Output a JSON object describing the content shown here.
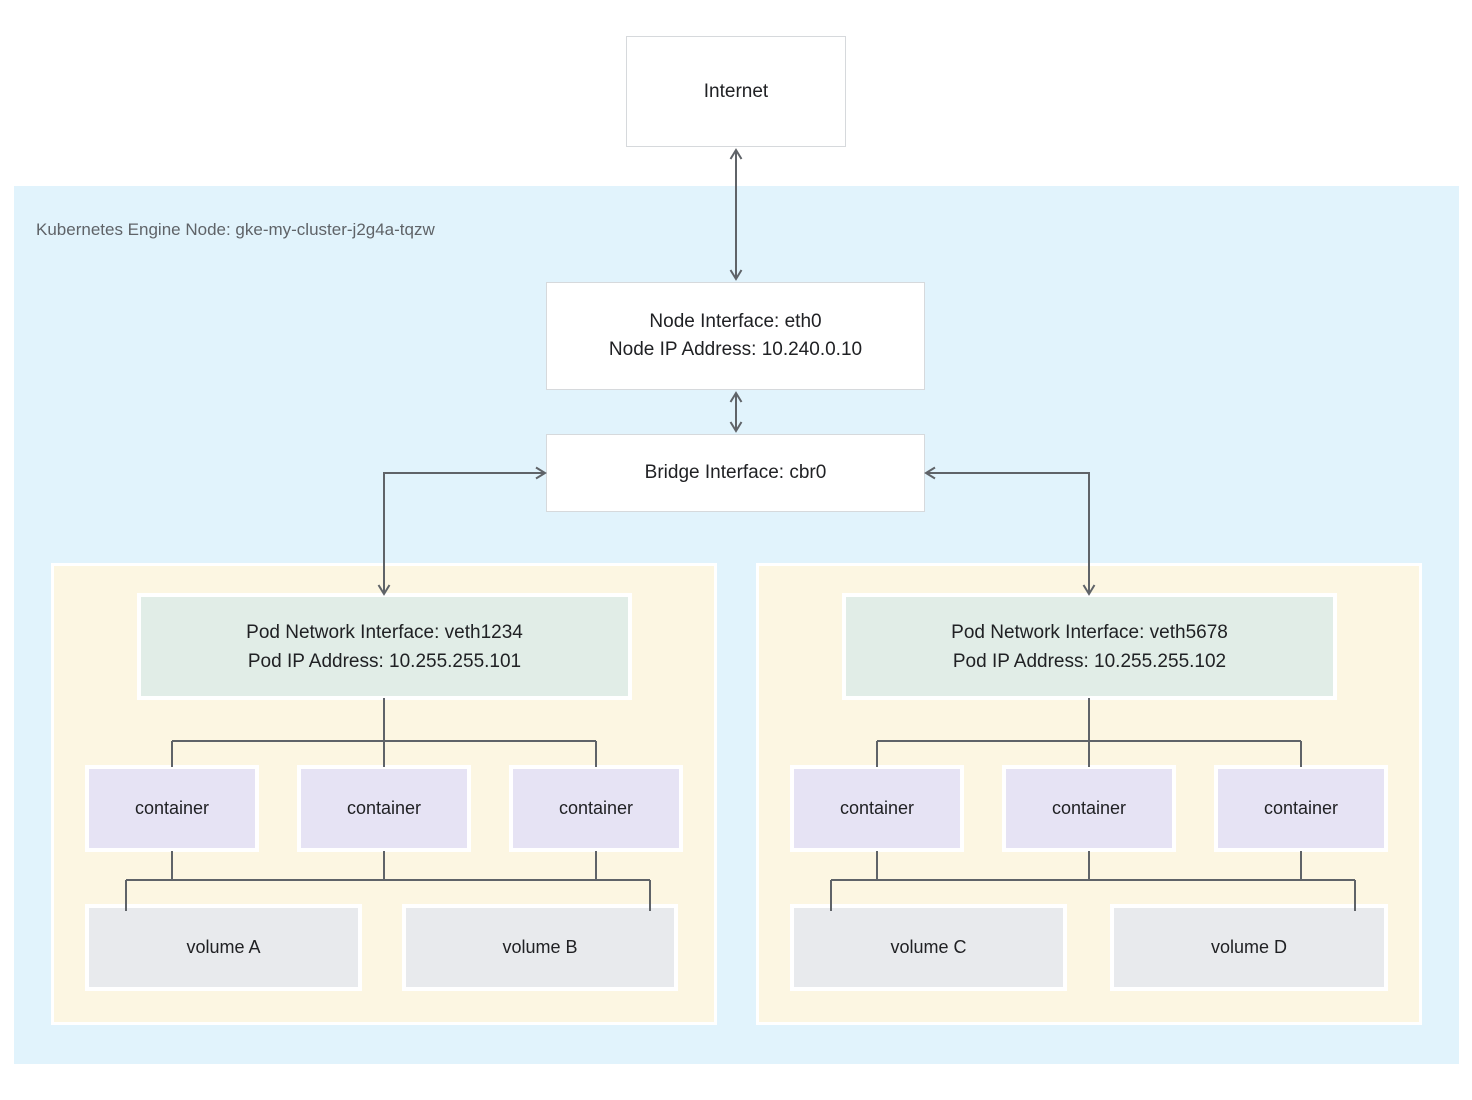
{
  "diagram": {
    "internet": {
      "label": "Internet"
    },
    "node": {
      "label": "Kubernetes Engine Node: gke-my-cluster-j2g4a-tqzw",
      "interface": {
        "line1": "Node Interface: eth0",
        "line2": "Node IP Address: 10.240.0.10"
      },
      "bridge": {
        "label": "Bridge Interface: cbr0"
      }
    },
    "pods": [
      {
        "interface": {
          "line1": "Pod Network Interface: veth1234",
          "line2": "Pod IP Address: 10.255.255.101"
        },
        "containers": [
          "container",
          "container",
          "container"
        ],
        "volumes": [
          "volume A",
          "volume B"
        ]
      },
      {
        "interface": {
          "line1": "Pod Network Interface: veth5678",
          "line2": "Pod IP Address: 10.255.255.102"
        },
        "containers": [
          "container",
          "container",
          "container"
        ],
        "volumes": [
          "volume C",
          "volume D"
        ]
      }
    ],
    "colors": {
      "node_panel_bg": "#e1f3fc",
      "pod_bg": "#fcf6e2",
      "pod_interface_bg": "#e1ede7",
      "container_bg": "#e6e3f4",
      "volume_bg": "#e8eaed",
      "white_box_border": "#d6d9dc",
      "connector_line": "#5f6368",
      "text": "#202124",
      "panel_label_text": "#5f6368"
    }
  }
}
